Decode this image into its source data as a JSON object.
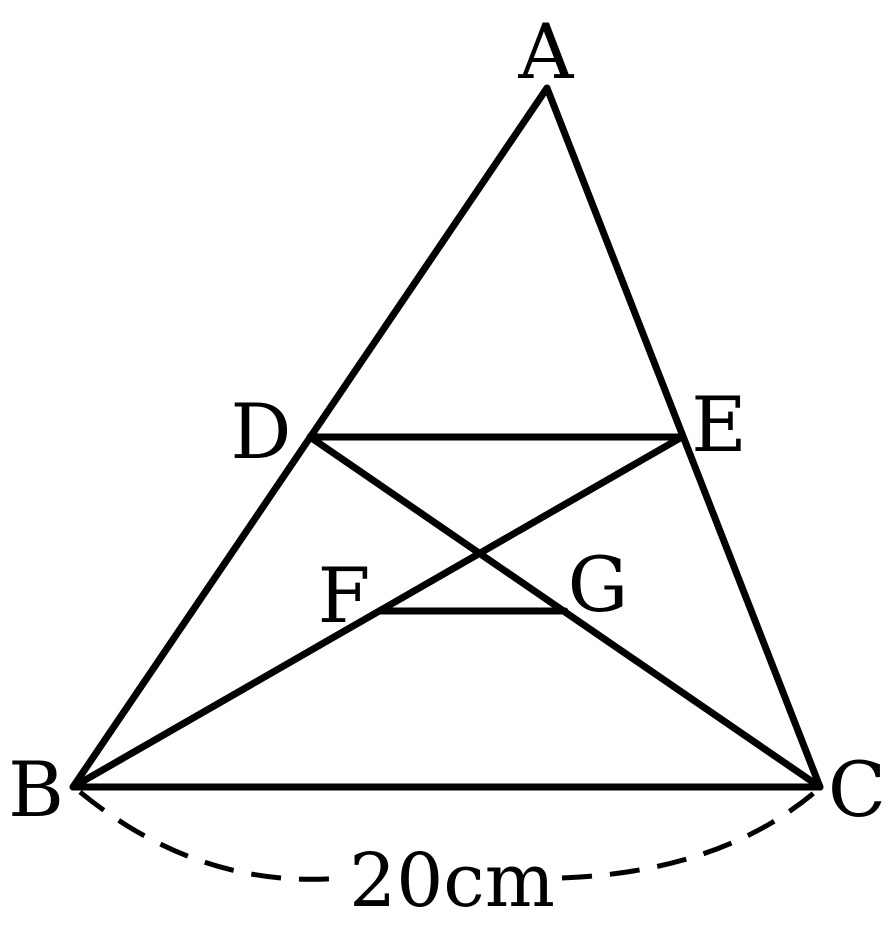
{
  "diagram": {
    "points": {
      "A": "A",
      "B": "B",
      "C": "C",
      "D": "D",
      "E": "E",
      "F": "F",
      "G": "G"
    },
    "measurement": "20cm"
  }
}
